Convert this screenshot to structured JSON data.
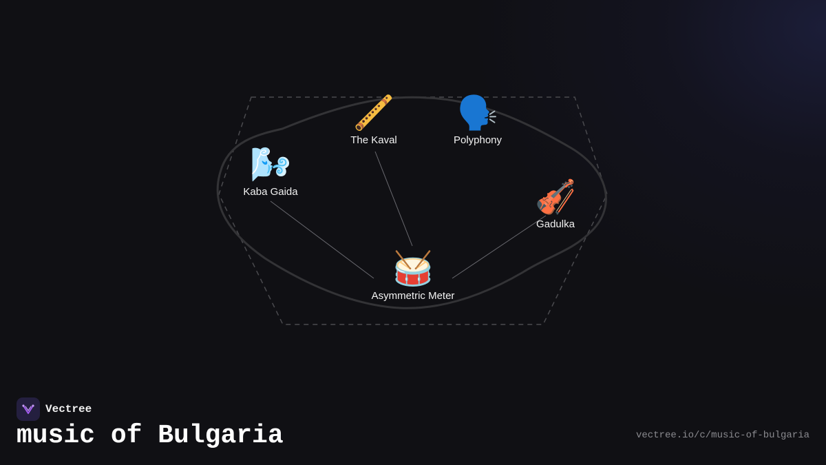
{
  "nodes": [
    {
      "id": "kaba-gaida",
      "emoji": "🌬️",
      "label": "Kaba Gaida"
    },
    {
      "id": "kaval",
      "emoji": "🪈",
      "label": "The Kaval"
    },
    {
      "id": "polyphony",
      "emoji": "🗣️",
      "label": "Polyphony"
    },
    {
      "id": "gadulka",
      "emoji": "🎻",
      "label": "Gadulka"
    },
    {
      "id": "asymmetric-meter",
      "emoji": "🥁",
      "label": "Asymmetric Meter"
    }
  ],
  "edges": [
    {
      "from": "kaba-gaida",
      "to": "asymmetric-meter"
    },
    {
      "from": "kaval",
      "to": "asymmetric-meter"
    },
    {
      "from": "gadulka",
      "to": "asymmetric-meter"
    }
  ],
  "brand": {
    "name": "Vectree"
  },
  "title": "music of Bulgaria",
  "url": "vectree.io/c/music-of-bulgaria",
  "colors": {
    "background": "#101014",
    "logo_bg": "#241f3f",
    "logo_accent": "#a35cf0",
    "edge": "#6a6a70",
    "outline": "#3a3a3e"
  }
}
